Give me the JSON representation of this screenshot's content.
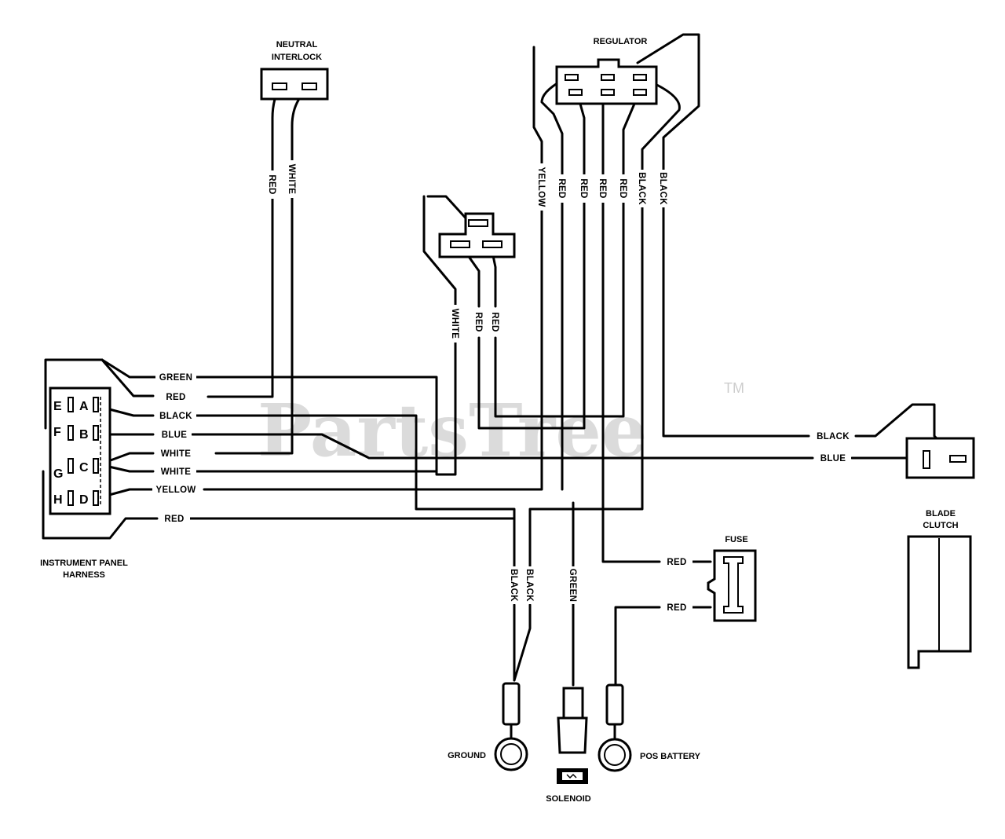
{
  "watermark": {
    "brand": "PartsTree",
    "trademark": "TM"
  },
  "components": {
    "neutral_interlock": {
      "line1": "NEUTRAL",
      "line2": "INTERLOCK"
    },
    "regulator": "REGULATOR",
    "fuse": "FUSE",
    "blade_clutch": {
      "line1": "BLADE",
      "line2": "CLUTCH"
    },
    "instrument_panel": {
      "line1": "INSTRUMENT PANEL",
      "line2": "HARNESS"
    },
    "ground": "GROUND",
    "solenoid": "SOLENOID",
    "pos_battery": "POS BATTERY"
  },
  "harness_pins": [
    "A",
    "B",
    "C",
    "D",
    "E",
    "F",
    "G",
    "H"
  ],
  "wire_labels": {
    "interlock_red": "RED",
    "interlock_white": "WHITE",
    "reg_yellow": "YELLOW",
    "reg_red_1": "RED",
    "reg_red_2": "RED",
    "reg_red_3": "RED",
    "reg_red_4": "RED",
    "reg_black_1": "BLACK",
    "reg_black_2": "BLACK",
    "switch_white": "WHITE",
    "switch_red_1": "RED",
    "switch_red_2": "RED",
    "harness_green": "GREEN",
    "harness_red_1": "RED",
    "harness_black": "BLACK",
    "harness_blue": "BLUE",
    "harness_white_1": "WHITE",
    "harness_white_2": "WHITE",
    "harness_yellow": "YELLOW",
    "harness_red_2": "RED",
    "clutch_black": "BLACK",
    "clutch_blue": "BLUE",
    "fuse_red_1": "RED",
    "fuse_red_2": "RED",
    "ground_black_1": "BLACK",
    "ground_black_2": "BLACK",
    "solenoid_green": "GREEN"
  }
}
